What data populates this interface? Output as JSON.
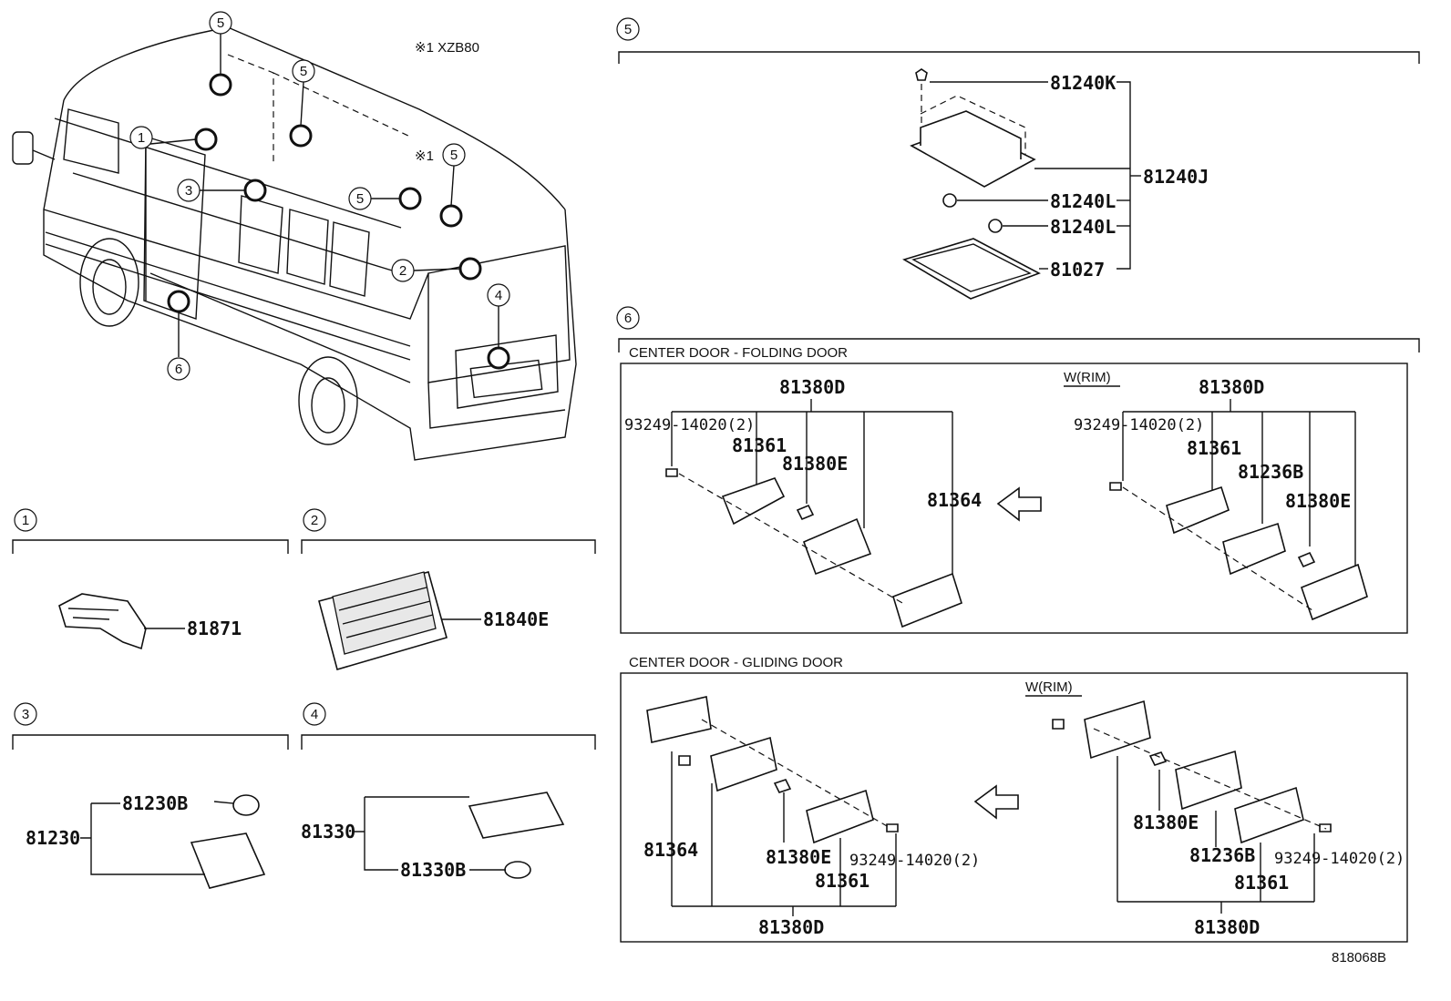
{
  "callouts": [
    "1",
    "2",
    "3",
    "4",
    "5",
    "6"
  ],
  "van_note": "※1 XZB80",
  "van_mark": "※1",
  "sec5": {
    "label": "5",
    "parts": [
      "81240K",
      "81240J",
      "81240L",
      "81240L",
      "81027"
    ]
  },
  "sec6": {
    "label": "6",
    "folding": {
      "title": "CENTER DOOR - FOLDING DOOR",
      "wrim": "W(RIM)",
      "left": [
        "81380D",
        "93249-14020(2)",
        "81361",
        "81380E",
        "81364"
      ],
      "right": [
        "81380D",
        "93249-14020(2)",
        "81361",
        "81236B",
        "81380E"
      ]
    },
    "gliding": {
      "title": "CENTER DOOR - GLIDING DOOR",
      "wrim": "W(RIM)",
      "left": [
        "81364",
        "81380E",
        "93249-14020(2)",
        "81361",
        "81380D"
      ],
      "right": [
        "81380E",
        "81236B",
        "93249-14020(2)",
        "81361",
        "81380D"
      ]
    }
  },
  "box1": {
    "label": "1",
    "part": "81871"
  },
  "box2": {
    "label": "2",
    "part": "81840E"
  },
  "box3": {
    "label": "3",
    "parts": [
      "81230B",
      "81230"
    ]
  },
  "box4": {
    "label": "4",
    "parts": [
      "81330",
      "81330B"
    ]
  },
  "diagram_id": "818068B",
  "icons": [
    "arrow-left-icon",
    "circled-number-icon"
  ]
}
